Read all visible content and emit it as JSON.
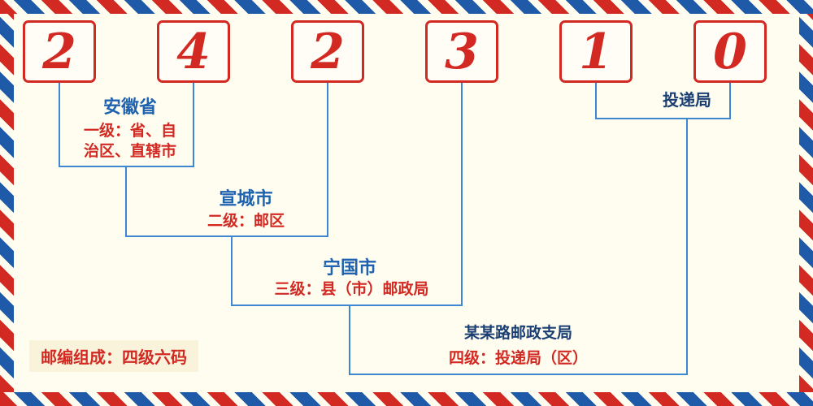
{
  "postal_code": "242310",
  "digits": [
    "2",
    "4",
    "2",
    "3",
    "1",
    "0"
  ],
  "labels": {
    "group1_title": "安徽省",
    "group1_desc_line1": "一级：省、自",
    "group1_desc_line2": "治区、直辖市",
    "group2_title": "宣城市",
    "group2_desc": "二级：邮区",
    "group3_title": "宁国市",
    "group3_desc": "三级：县（市）邮政局",
    "group4_title": "某某路邮政支局",
    "group4_desc": "四级：投递局（区）",
    "delivery_title": "投递局",
    "footer": "邮编组成：四级六码"
  },
  "colors": {
    "digit_red": "#d22a23",
    "title_blue": "#1f63b0",
    "navy": "#1c3f73",
    "line_blue": "#3c87cf",
    "border_red": "#d22a23",
    "border_blue": "#1f5aa8",
    "background": "#fffdf0",
    "footer_bg": "#f8f3da"
  }
}
